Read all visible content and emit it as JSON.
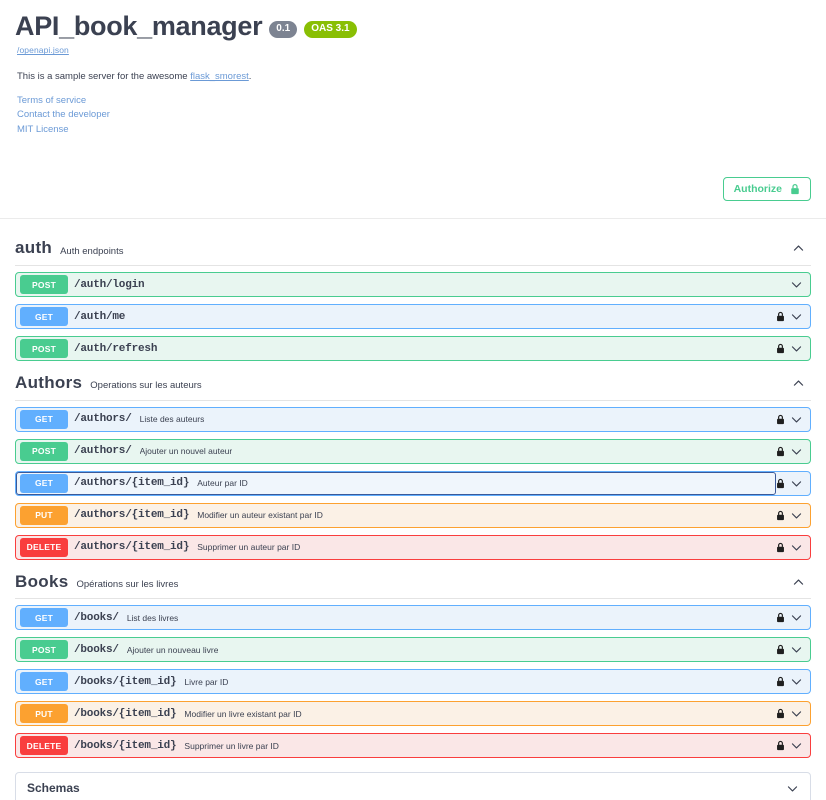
{
  "info": {
    "title": "API_book_manager",
    "version_badge": "0.1",
    "oas_badge": "OAS 3.1",
    "spec_url": "/openapi.json",
    "description_prefix": "This is a sample server for the awesome ",
    "description_link": "flask_smorest",
    "description_suffix": ".",
    "links": [
      {
        "label": "Terms of service"
      },
      {
        "label": "Contact the developer"
      },
      {
        "label": "MIT License"
      }
    ]
  },
  "authorize": {
    "label": "Authorize",
    "icon": "lock-icon"
  },
  "colors": {
    "get": "#61affe",
    "post": "#49cc90",
    "put": "#fca130",
    "delete": "#f93e3e",
    "authorize_green": "#49cc90",
    "oas_green": "#89bf04",
    "version_gray": "#7d8492",
    "text": "#3b4151",
    "link_blue": "#6b9ad6",
    "focus_blue": "#3b5998"
  },
  "tags": [
    {
      "name": "auth",
      "description": "Auth endpoints",
      "expanded": true,
      "operations": [
        {
          "method": "POST",
          "path": "/auth/login",
          "summary": "",
          "locked": false,
          "focused": false
        },
        {
          "method": "GET",
          "path": "/auth/me",
          "summary": "",
          "locked": true,
          "focused": false
        },
        {
          "method": "POST",
          "path": "/auth/refresh",
          "summary": "",
          "locked": true,
          "focused": false
        }
      ]
    },
    {
      "name": "Authors",
      "description": "Operations sur les auteurs",
      "expanded": true,
      "operations": [
        {
          "method": "GET",
          "path": "/authors/",
          "summary": "Liste des auteurs",
          "locked": true,
          "focused": false
        },
        {
          "method": "POST",
          "path": "/authors/",
          "summary": "Ajouter un nouvel auteur",
          "locked": true,
          "focused": false
        },
        {
          "method": "GET",
          "path": "/authors/{item_id}",
          "summary": "Auteur par ID",
          "locked": true,
          "focused": true
        },
        {
          "method": "PUT",
          "path": "/authors/{item_id}",
          "summary": "Modifier un auteur existant par ID",
          "locked": true,
          "focused": false
        },
        {
          "method": "DELETE",
          "path": "/authors/{item_id}",
          "summary": "Supprimer un auteur par ID",
          "locked": true,
          "focused": false
        }
      ]
    },
    {
      "name": "Books",
      "description": "Opérations sur les livres",
      "expanded": true,
      "operations": [
        {
          "method": "GET",
          "path": "/books/",
          "summary": "List des livres",
          "locked": true,
          "focused": false
        },
        {
          "method": "POST",
          "path": "/books/",
          "summary": "Ajouter un nouveau livre",
          "locked": true,
          "focused": false
        },
        {
          "method": "GET",
          "path": "/books/{item_id}",
          "summary": "Livre par ID",
          "locked": true,
          "focused": false
        },
        {
          "method": "PUT",
          "path": "/books/{item_id}",
          "summary": "Modifier un livre existant par ID",
          "locked": true,
          "focused": false
        },
        {
          "method": "DELETE",
          "path": "/books/{item_id}",
          "summary": "Supprimer un livre par ID",
          "locked": true,
          "focused": false
        }
      ]
    }
  ],
  "models": {
    "title": "Schemas",
    "expanded": false
  }
}
